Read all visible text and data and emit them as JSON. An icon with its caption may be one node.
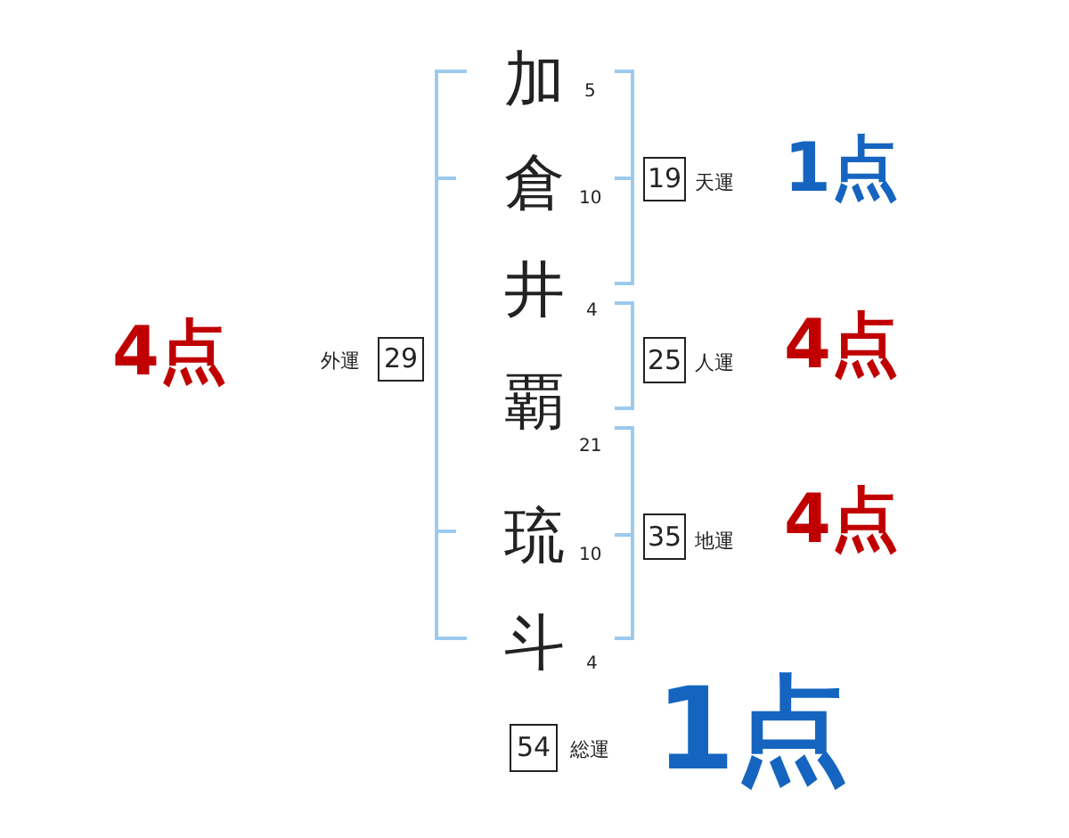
{
  "diagram": {
    "nodes": [
      {
        "text": [
          "19"
        ],
        "beside": [
          "天運",
          "1点"
        ]
      },
      {
        "text": [
          "29"
        ],
        "beside": [
          "4点",
          "外運"
        ]
      },
      {
        "text": [
          "25"
        ],
        "beside": [
          "人運",
          "4点"
        ]
      },
      {
        "text": [
          "35"
        ],
        "beside": [
          "地運",
          "4点"
        ]
      },
      {
        "text": [
          "54"
        ],
        "beside": [
          "総運",
          "1点"
        ]
      }
    ],
    "labels": [
      "加",
      "5",
      "倉",
      "10",
      "井",
      "4",
      "覇",
      "21",
      "琉",
      "10",
      "斗",
      "4"
    ]
  }
}
